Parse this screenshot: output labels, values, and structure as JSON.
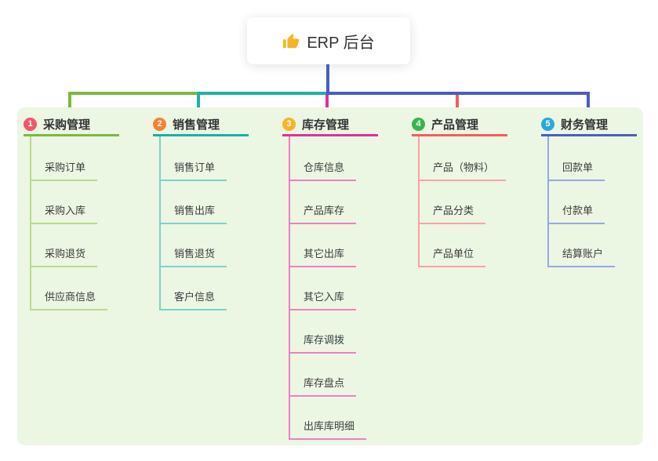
{
  "root": {
    "label": "ERP 后台",
    "icon": "thumbs-up-icon"
  },
  "branches": [
    {
      "index": "1",
      "label": "采购管理",
      "badge_color": "#f2566a",
      "line_color": "#7cb93f",
      "sub_line_color": "#b5dc90",
      "items": [
        "采购订单",
        "采购入库",
        "采购退货",
        "供应商信息"
      ]
    },
    {
      "index": "2",
      "label": "销售管理",
      "badge_color": "#f58233",
      "line_color": "#17b3a6",
      "sub_line_color": "#7fd1c9",
      "items": [
        "销售订单",
        "销售出库",
        "销售退货",
        "客户信息"
      ]
    },
    {
      "index": "3",
      "label": "库存管理",
      "badge_color": "#f7b32b",
      "line_color": "#e0319b",
      "sub_line_color": "#f07ec2",
      "items": [
        "仓库信息",
        "产品库存",
        "其它出库",
        "其它入库",
        "库存调拨",
        "库存盘点",
        "出库库明细"
      ]
    },
    {
      "index": "4",
      "label": "产品管理",
      "badge_color": "#3cb44e",
      "line_color": "#f85b5e",
      "sub_line_color": "#f9a2a4",
      "items": [
        "产品（物料）",
        "产品分类",
        "产品单位"
      ]
    },
    {
      "index": "5",
      "label": "财务管理",
      "badge_color": "#2aa7dd",
      "line_color": "#4a5dc4",
      "sub_line_color": "#94aae0",
      "items": [
        "回款单",
        "付款单",
        "结算账户"
      ]
    }
  ],
  "colors": {
    "canvas_background": "#ffffff",
    "panel_background": "#ebf6e3",
    "root_stem": "#4a5dc4",
    "text": "#3a3a3a"
  }
}
